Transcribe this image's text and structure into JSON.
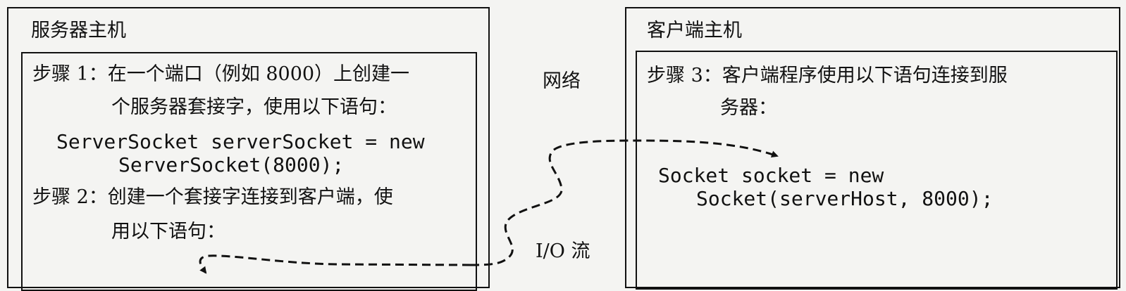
{
  "server": {
    "title": "服务器主机",
    "step1_line1": "步骤 1：在一个端口（例如 8000）上创建一",
    "step1_line2": "个服务器套接字，使用以下语句：",
    "code_line1": "ServerSocket serverSocket = new",
    "code_line2": "ServerSocket(8000);",
    "step2_line1": "步骤 2：创建一个套接字连接到客户端，使",
    "step2_line2": "用以下语句："
  },
  "client": {
    "title": "客户端主机",
    "step3_line1": "步骤 3：客户端程序使用以下语句连接到服",
    "step3_line2": "务器：",
    "code_line1": "Socket socket = new",
    "code_line2": "Socket(serverHost, 8000);"
  },
  "labels": {
    "network": "网络",
    "io_stream": "I/O 流"
  }
}
